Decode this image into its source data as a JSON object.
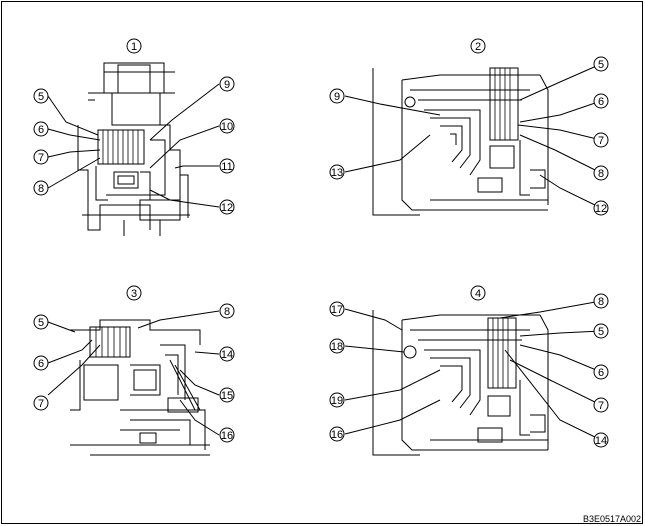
{
  "panels": [
    {
      "id": "1",
      "callouts": [
        "5",
        "6",
        "7",
        "8",
        "9",
        "10",
        "11",
        "12"
      ]
    },
    {
      "id": "2",
      "callouts": [
        "5",
        "6",
        "7",
        "8",
        "9",
        "12",
        "13"
      ]
    },
    {
      "id": "3",
      "callouts": [
        "5",
        "6",
        "7",
        "8",
        "14",
        "15",
        "16"
      ]
    },
    {
      "id": "4",
      "callouts": [
        "5",
        "6",
        "7",
        "8",
        "14",
        "16",
        "17",
        "18",
        "19"
      ]
    }
  ],
  "figure_code": "B3E0517A002"
}
